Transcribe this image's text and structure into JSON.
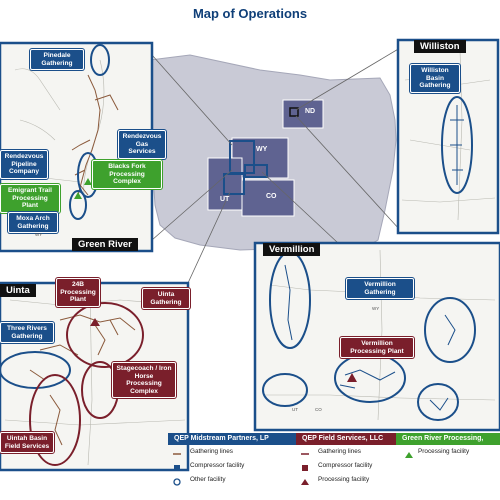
{
  "title": "Map of Operations",
  "colors": {
    "title_blue": "#0f3f78",
    "panel_border": "#1b4f8a",
    "highlight_state": "#5f6391",
    "other_state": "#c9cad6",
    "gathering_line": "#8b5a3c",
    "green_label": "#3ea12d",
    "red_label": "#7a1f2b"
  },
  "states": {
    "nd": "ND",
    "wy": "WY",
    "ut": "UT",
    "co": "CO"
  },
  "panels": {
    "green_river": {
      "title": "Green River",
      "labels": {
        "pinedale": "Pinedale Gathering",
        "rendezvous_gas": "Rendezvous Gas Services",
        "rendezvous_pipeline": "Rendezvous Pipeline Company",
        "blacks_fork": "Blacks Fork Processing Complex",
        "emigrant_trail": "Emigrant Trail Processing Plant",
        "moxa_arch": "Moxa Arch Gathering",
        "wy": "WY"
      }
    },
    "williston": {
      "title": "Williston",
      "labels": {
        "williston_basin": "Williston Basin Gathering"
      }
    },
    "vermillion": {
      "title": "Vermillion",
      "labels": {
        "vermillion_gathering": "Vermillion Gathering",
        "vermillion_plant": "Vermillion Processing Plant",
        "wy": "WY",
        "ut": "UT",
        "co": "CO"
      }
    },
    "uinta": {
      "title": "Uinta",
      "labels": {
        "plant_24b": "24B Processing Plant",
        "uinta_gathering": "Uinta Gathering",
        "three_rivers": "Three Rivers Gathering",
        "stagecoach": "Stagecoach / Iron Horse Processing Complex",
        "uintah_basin": "Uintah Basin Field Services"
      }
    }
  },
  "legend": {
    "qep_midstream": {
      "title": "QEP Midstream Partners, LP",
      "color": "#1b4f8a",
      "items": [
        "Gathering lines",
        "Compressor facility",
        "Other facility"
      ]
    },
    "qep_field": {
      "title": "QEP Field Services, LLC",
      "color": "#7a1f2b",
      "items": [
        "Gathering lines",
        "Compressor facility",
        "Processing facility"
      ]
    },
    "green_river": {
      "title": "Green River Processing,",
      "color": "#3ea12d",
      "items": [
        "Processing facility"
      ]
    }
  }
}
